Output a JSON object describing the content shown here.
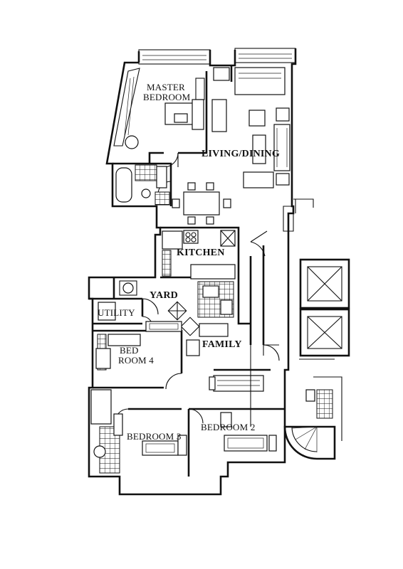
{
  "rooms": {
    "master_bedroom_line1": "MASTER",
    "master_bedroom_line2": "BEDROOM",
    "living_dining": "LIVING/DINING",
    "kitchen": "KITCHEN",
    "yard": "YARD",
    "utility": "UTILITY",
    "bedroom4_line1": "BED",
    "bedroom4_line2": "ROOM 4",
    "family": "FAMILY",
    "bedroom2": "BEDROOM 2",
    "bedroom3": "BEDROOM 3"
  }
}
